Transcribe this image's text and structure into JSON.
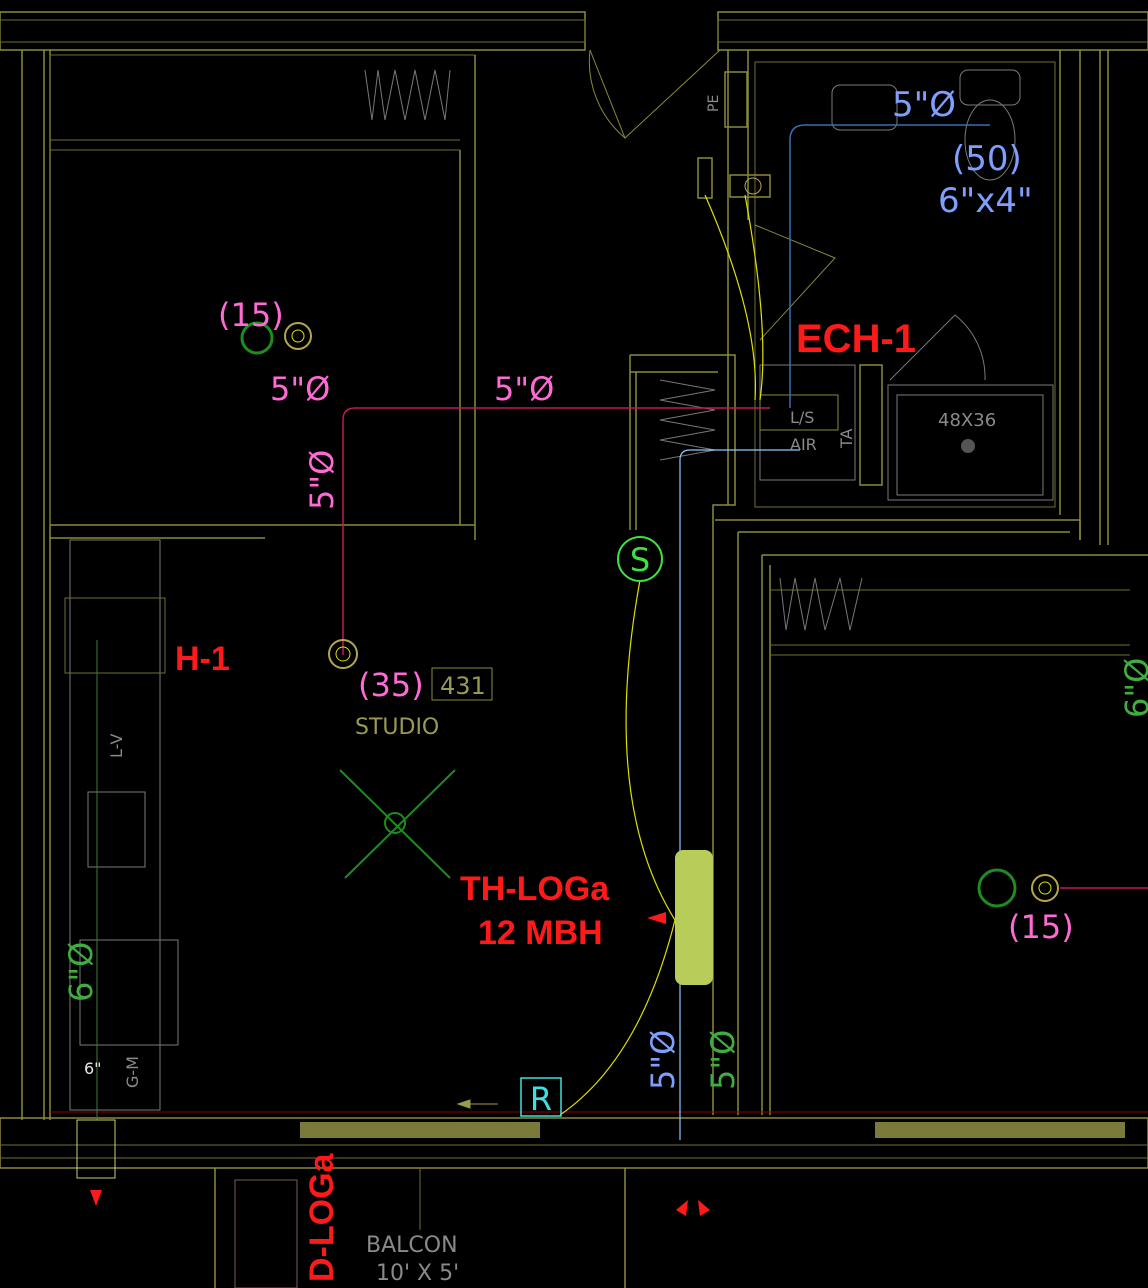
{
  "colors": {
    "background": "#000000",
    "walls": "#8a8a3c",
    "supply_duct": "#c2185b",
    "exhaust_duct": "#7f9fff",
    "equipment_tag": "#ff1a1a",
    "cfm_label": "#ff6ad5",
    "thermostat": "#3fe03f",
    "return_grille": "#3fe0e0"
  },
  "labels": {
    "cfm_15_left": "(15)",
    "duct_5_a": "5\"Ø",
    "duct_5_b": "5\"Ø",
    "duct_5_vert": "5\"Ø",
    "exh_duct": "5\"Ø",
    "cfm_50": "(50)",
    "grille_size": "6\"x4\"",
    "ech": "ECH-1",
    "shower": "48X36",
    "ls": "L/S",
    "air": "AIR",
    "ta": "TA",
    "pe": "PE",
    "h1": "H-1",
    "cfm_35": "(35)",
    "room_no": "431",
    "room_name": "STUDIO",
    "lv": "L-V",
    "th_tag": "TH-LOGa",
    "th_cap": "12 MBH",
    "sensor": "S",
    "return": "R",
    "duct_6_left": "6\"Ø",
    "duct_5_blue_bottom": "5\"Ø",
    "duct_5_green_bottom": "5\"Ø",
    "duct_6_right": "6\"Ø",
    "cfm_15_right": "(15)",
    "dim_6": "6\"",
    "gm": "G-M",
    "d_tag": "D-LOGa",
    "balcony": "BALCON",
    "balcony_size": "10' X 5'"
  }
}
